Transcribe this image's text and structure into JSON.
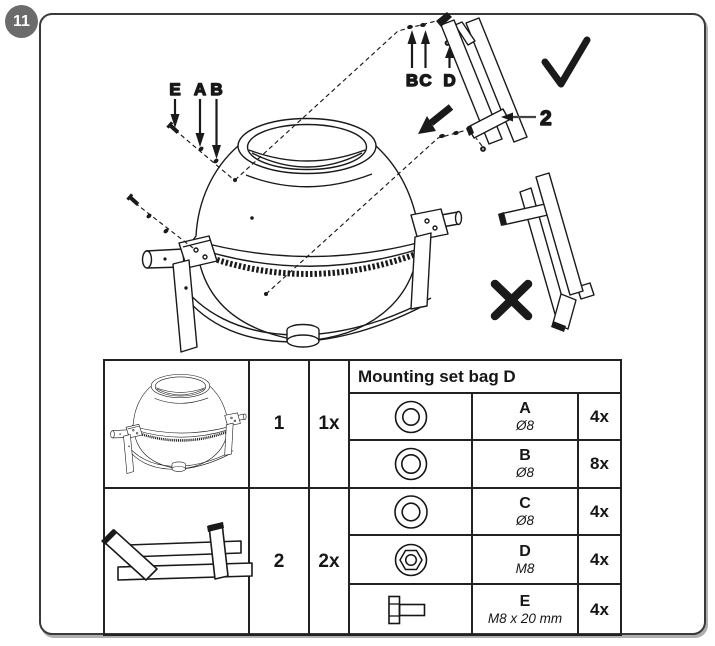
{
  "page": {
    "step_badge": "11"
  },
  "colors": {
    "badge_bg": "#6b6b6b",
    "ink": "#1a1a1a"
  },
  "illustration": {
    "callouts_left": [
      "E",
      "A",
      "B"
    ],
    "callouts_right": [
      "B",
      "C",
      "D"
    ],
    "leg_part_ref": "2",
    "marks": [
      "checkmark",
      "cross"
    ]
  },
  "parts_table": {
    "header": "Mounting set bag D",
    "assemblies": [
      {
        "ref": "1",
        "qty": "1x",
        "image": "cement-mixer"
      },
      {
        "ref": "2",
        "qty": "2x",
        "image": "stand-legs"
      }
    ],
    "rows": [
      {
        "letter": "A",
        "size": "Ø8",
        "qty": "4x",
        "icon": "washer"
      },
      {
        "letter": "B",
        "size": "Ø8",
        "qty": "8x",
        "icon": "washer"
      },
      {
        "letter": "C",
        "size": "Ø8",
        "qty": "4x",
        "icon": "washer"
      },
      {
        "letter": "D",
        "size": "M8",
        "qty": "4x",
        "icon": "nut"
      },
      {
        "letter": "E",
        "size": "M8 x 20 mm",
        "qty": "4x",
        "icon": "bolt"
      }
    ]
  }
}
